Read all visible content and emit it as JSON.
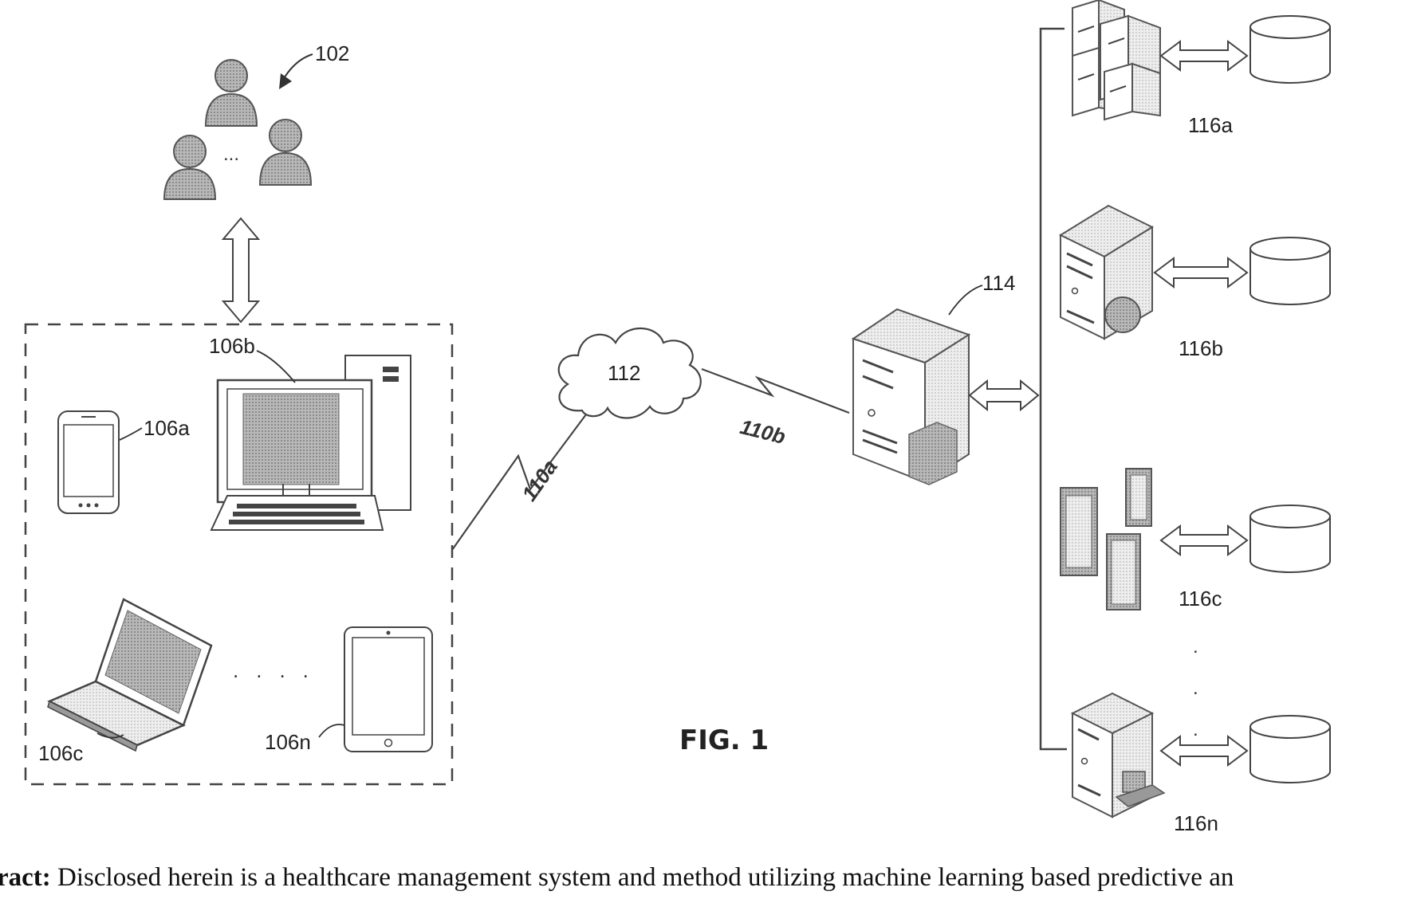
{
  "labels": {
    "users": "102",
    "phone": "106a",
    "desktop": "106b",
    "laptop": "106c",
    "tablet": "106n",
    "link_a": "110a",
    "link_b": "110b",
    "cloud": "112",
    "server": "114",
    "db_a": "116a",
    "db_b": "116b",
    "db_c": "116c",
    "db_n": "116n"
  },
  "figure_title": "FIG. 1",
  "ellipsis": {
    "users": "...",
    "devices": "....",
    "databases": ".\n.\n."
  },
  "abstract": {
    "heading": "ract:",
    "text": " Disclosed herein is a healthcare management system and method utilizing machine learning based predictive an"
  }
}
